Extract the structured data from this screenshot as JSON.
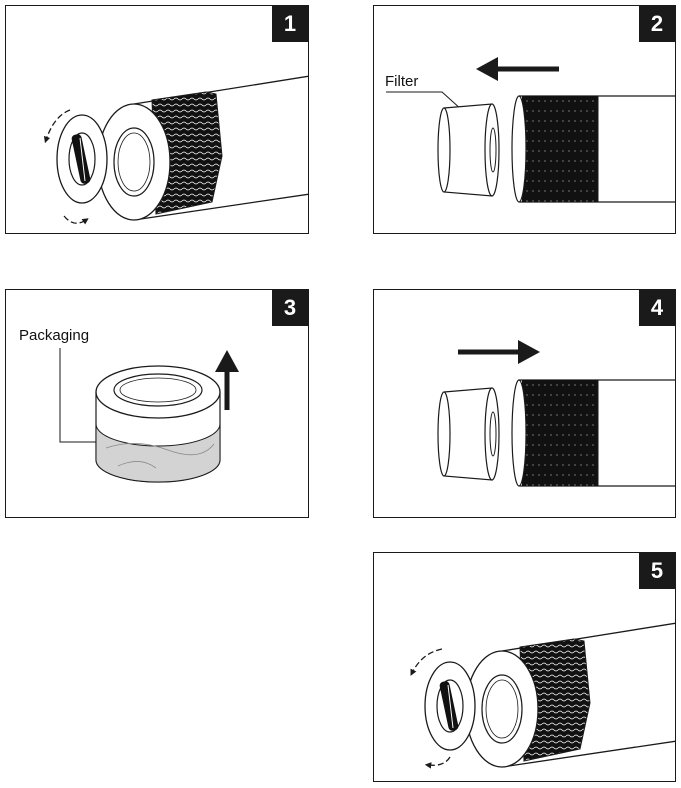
{
  "steps": [
    {
      "number": "1"
    },
    {
      "number": "2",
      "label": "Filter"
    },
    {
      "number": "3",
      "label": "Packaging"
    },
    {
      "number": "4"
    },
    {
      "number": "5"
    }
  ],
  "colors": {
    "line": "#1a1a1a",
    "packaging": "#d3d3d3",
    "background": "#ffffff"
  },
  "icons": [
    "rotate-arrow-icon",
    "arrow-left-icon",
    "arrow-up-icon",
    "arrow-right-icon"
  ]
}
